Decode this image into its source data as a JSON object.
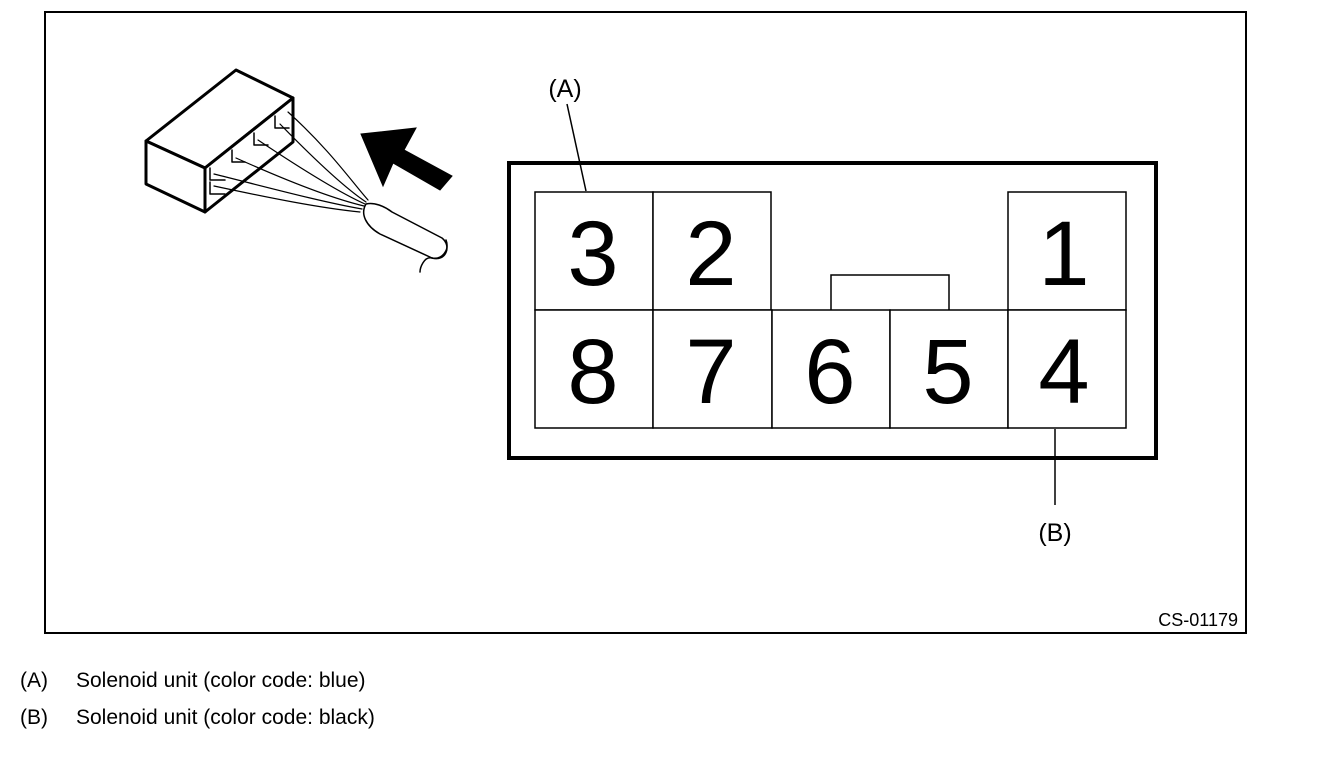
{
  "pins": {
    "p1": "1",
    "p2": "2",
    "p3": "3",
    "p4": "4",
    "p5": "5",
    "p6": "6",
    "p7": "7",
    "p8": "8"
  },
  "callouts": {
    "a": "(A)",
    "b": "(B)"
  },
  "figure_code": "CS-01179",
  "legend": [
    {
      "key": "(A)",
      "text": "Solenoid unit (color code: blue)"
    },
    {
      "key": "(B)",
      "text": "Solenoid unit (color code: black)"
    }
  ]
}
